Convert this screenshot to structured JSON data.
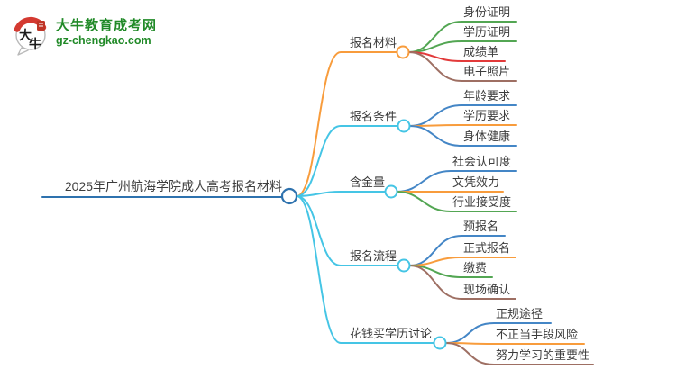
{
  "logo": {
    "site_name": "大牛教育成考网",
    "site_domain": "gz-chengkao.com",
    "bubble_char_top": "大",
    "bubble_char_bottom": "牛",
    "brand_green": "#218a28",
    "cap_red": "#d43a31",
    "seal_red": "#bf3527"
  },
  "palette": {
    "orange": "#f89c3c",
    "cyan": "#45c5e5",
    "green": "#53a653",
    "red": "#e23a3a",
    "brown": "#9e6f63",
    "blue": "#4486c6",
    "root_blue": "#2e72ae",
    "text": "#3c3c3c"
  },
  "root": {
    "label": "2025年广州航海学院成人高考报名材料"
  },
  "branches": [
    {
      "label": "报名材料",
      "color": "orange",
      "children": [
        {
          "label": "身份证明",
          "color": "green"
        },
        {
          "label": "学历证明",
          "color": "green"
        },
        {
          "label": "成绩单",
          "color": "red"
        },
        {
          "label": "电子照片",
          "color": "brown"
        }
      ]
    },
    {
      "label": "报名条件",
      "color": "cyan",
      "children": [
        {
          "label": "年龄要求",
          "color": "blue"
        },
        {
          "label": "学历要求",
          "color": "orange"
        },
        {
          "label": "身体健康",
          "color": "blue"
        }
      ]
    },
    {
      "label": "含金量",
      "color": "cyan",
      "children": [
        {
          "label": "社会认可度",
          "color": "blue"
        },
        {
          "label": "文凭效力",
          "color": "orange"
        },
        {
          "label": "行业接受度",
          "color": "green"
        }
      ]
    },
    {
      "label": "报名流程",
      "color": "cyan",
      "children": [
        {
          "label": "预报名",
          "color": "blue"
        },
        {
          "label": "正式报名",
          "color": "orange"
        },
        {
          "label": "缴费",
          "color": "green"
        },
        {
          "label": "现场确认",
          "color": "brown"
        }
      ]
    },
    {
      "label": "花钱买学历讨论",
      "color": "cyan",
      "children": [
        {
          "label": "正规途径",
          "color": "blue"
        },
        {
          "label": "不正当手段风险",
          "color": "orange"
        },
        {
          "label": "努力学习的重要性",
          "color": "brown"
        }
      ]
    }
  ]
}
